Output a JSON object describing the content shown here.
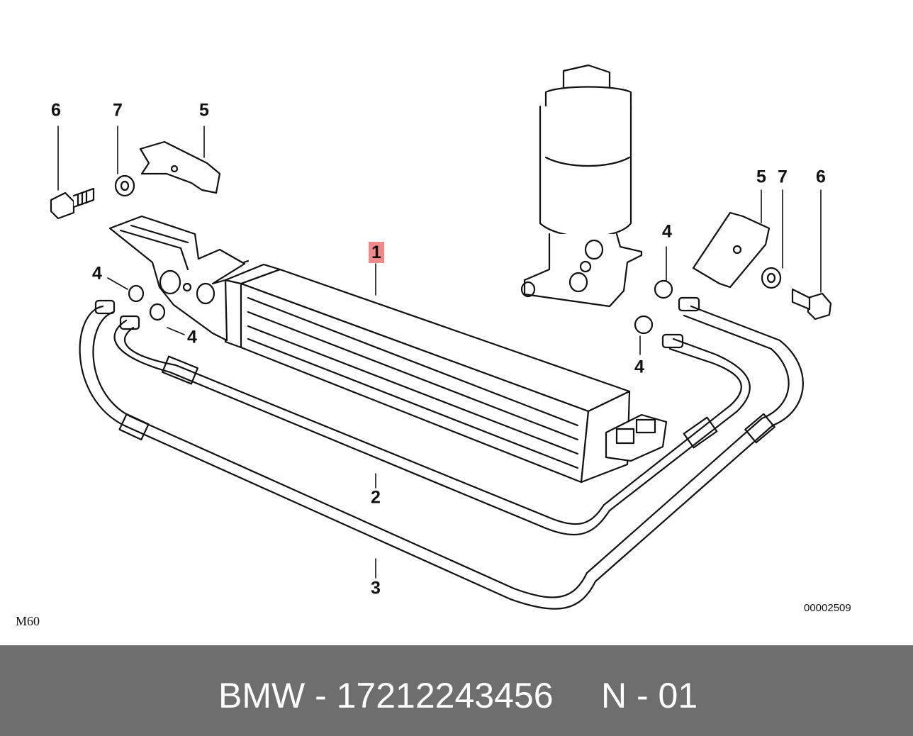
{
  "diagram": {
    "callouts": [
      "1",
      "2",
      "3",
      "4",
      "4",
      "4",
      "4",
      "5",
      "5",
      "6",
      "6",
      "7",
      "7"
    ],
    "engine_code": "M60",
    "diagram_number": "00002509"
  },
  "footer": {
    "part_text": "BMW - 17212243456",
    "page_ref": "N - 01",
    "background": "#6e6e6e"
  },
  "colors": {
    "highlight": "#f08a8a",
    "line": "#111111"
  }
}
